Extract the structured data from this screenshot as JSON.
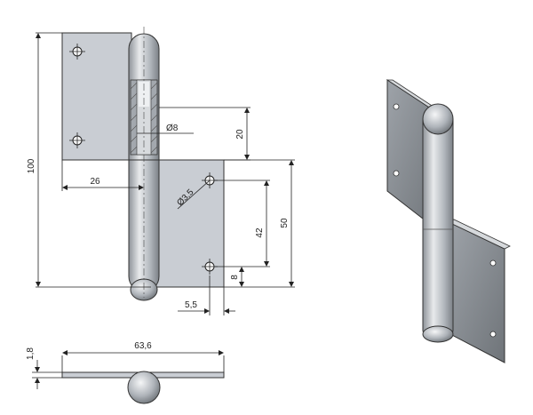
{
  "dimensions": {
    "height_total": "100",
    "leaf_width": "26",
    "pin_diameter": "Ø8",
    "offset_top": "20",
    "hole_diameter": "Ø3,5",
    "hole_spacing": "42",
    "lower_leaf_height": "50",
    "hole_bottom_offset": "8",
    "hole_side_offset": "5,5",
    "overall_width": "63,6",
    "thickness": "1,8"
  },
  "colors": {
    "plate_fill": "#c9cdd3",
    "pin_fill": "#b9bec5",
    "shade_dark": "#6e7378",
    "line": "#222222"
  }
}
